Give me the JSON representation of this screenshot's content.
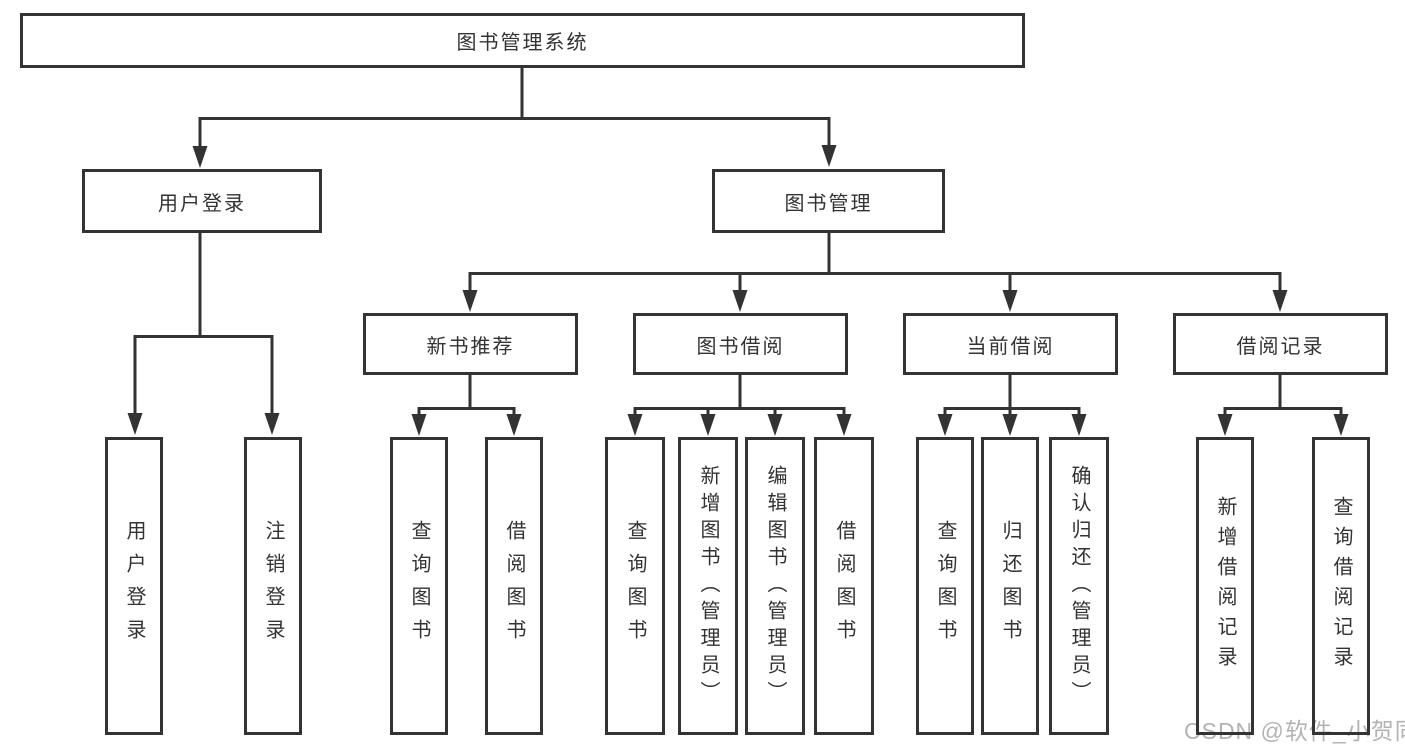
{
  "diagram_title": "图书管理系统",
  "tree": {
    "label": "图书管理系统",
    "children": [
      {
        "label": "用户登录",
        "children": [
          {
            "label": "用户登录"
          },
          {
            "label": "注销登录"
          }
        ]
      },
      {
        "label": "图书管理",
        "children": [
          {
            "label": "新书推荐",
            "children": [
              {
                "label": "查询图书"
              },
              {
                "label": "借阅图书"
              }
            ]
          },
          {
            "label": "图书借阅",
            "children": [
              {
                "label": "查询图书"
              },
              {
                "label": "新增图书（管理员）"
              },
              {
                "label": "编辑图书（管理员）"
              },
              {
                "label": "借阅图书"
              }
            ]
          },
          {
            "label": "当前借阅",
            "children": [
              {
                "label": "查询图书"
              },
              {
                "label": "归还图书"
              },
              {
                "label": "确认归还（管理员）"
              }
            ]
          },
          {
            "label": "借阅记录",
            "children": [
              {
                "label": "新增借阅记录"
              },
              {
                "label": "查询借阅记录"
              }
            ]
          }
        ]
      }
    ]
  },
  "watermark": {
    "text": "CSDN @软件_小贺同学"
  },
  "colors": {
    "line": "#333333",
    "text": "#333333",
    "background": "#ffffff",
    "watermark": "#b3b3b3"
  }
}
